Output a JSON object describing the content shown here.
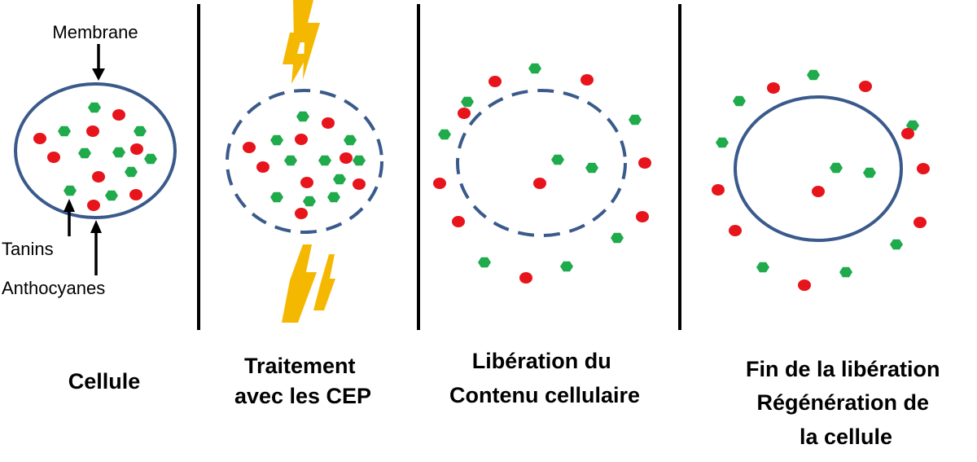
{
  "annotations": {
    "membrane": "Membrane",
    "tannins": "Tanins",
    "anthocyanins": "Anthocyanes"
  },
  "panels": [
    {
      "caption_lines": [
        "Cellule"
      ]
    },
    {
      "caption_lines": [
        "Traitement",
        "avec les CEP"
      ]
    },
    {
      "caption_lines": [
        "Libération du",
        "Contenu cellulaire"
      ]
    },
    {
      "caption_lines": [
        "Fin de la libération",
        "Régénération de",
        "la cellule"
      ]
    }
  ],
  "colors": {
    "membrane": "#3a5a8c",
    "tannin": "#1faa4b",
    "anthocyanin": "#e8141c",
    "electric_pulse": "#f5b800",
    "divider": "#000000",
    "text": "#000000"
  },
  "icons": {
    "tannin": "green-hexagon",
    "anthocyanin": "red-oval",
    "pulse": "lightning-bolt"
  }
}
